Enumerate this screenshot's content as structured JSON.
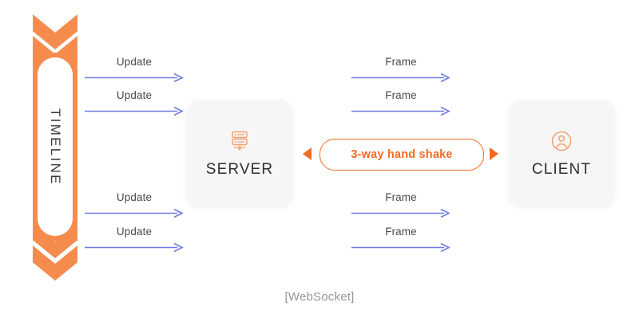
{
  "diagram": {
    "caption": "[WebSocket]",
    "colors": {
      "orange": "#f26b21",
      "orange_light": "#f68b4e",
      "arrow_blue": "#6c7ae0",
      "box_gray": "#f6f6f7",
      "text_dark": "#2f2f31",
      "caption_gray": "#96969a"
    },
    "timeline": {
      "label": "TIMELINE",
      "icon": "double-chevron-down-icon"
    },
    "nodes": [
      {
        "id": "server",
        "label": "SERVER",
        "icon": "server-rack-icon"
      },
      {
        "id": "client",
        "label": "CLIENT",
        "icon": "user-circle-icon"
      }
    ],
    "handshake": {
      "label": "3-way hand shake",
      "left_icon": "triangle-left-icon",
      "right_icon": "triangle-right-icon"
    },
    "messages": {
      "left_top": [
        {
          "label": "Update",
          "direction": "right"
        },
        {
          "label": "Update",
          "direction": "right"
        }
      ],
      "right_top": [
        {
          "label": "Frame",
          "direction": "right"
        },
        {
          "label": "Frame",
          "direction": "right"
        }
      ],
      "left_bottom": [
        {
          "label": "Update",
          "direction": "right"
        },
        {
          "label": "Update",
          "direction": "right"
        }
      ],
      "right_bottom": [
        {
          "label": "Frame",
          "direction": "right"
        },
        {
          "label": "Frame",
          "direction": "right"
        }
      ]
    }
  }
}
